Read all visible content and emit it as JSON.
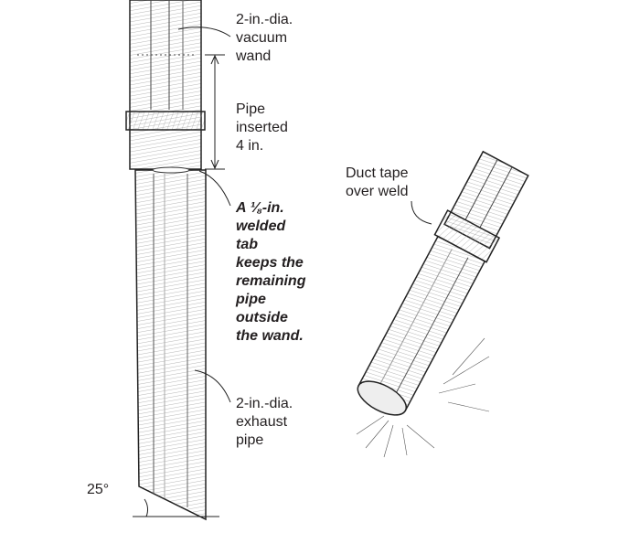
{
  "labels": {
    "vacuum_wand": [
      "2-in.-dia.",
      "vacuum",
      "wand"
    ],
    "pipe_inserted": [
      "Pipe",
      "inserted",
      "4 in."
    ],
    "welded_tab": [
      "A ⅛-in.",
      "welded",
      "tab",
      "keeps the",
      "remaining",
      "pipe",
      "outside",
      "the wand."
    ],
    "exhaust_pipe": [
      "2-in.-dia.",
      "exhaust",
      "pipe"
    ],
    "angle": "25°",
    "duct_tape": [
      "Duct tape",
      "over weld"
    ]
  }
}
